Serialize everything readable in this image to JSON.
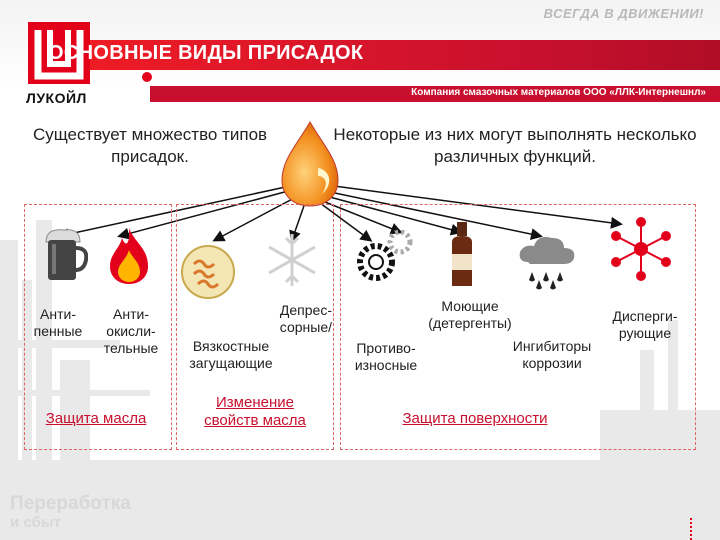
{
  "header": {
    "slogan": "ВСЕГДА В ДВИЖЕНИИ!",
    "title": "ОСНОВНЫЕ ВИДЫ ПРИСАДОК",
    "logo_word": "ЛУКОЙЛ",
    "company": "Компания смазочных материалов ООО «ЛЛК-Интернешнл»"
  },
  "intro": {
    "left": "Существует множество типов присадок.",
    "right": "Некоторые из них могут выполнять несколько различных функций."
  },
  "groups": {
    "oil_protection": {
      "link": "Защита масла",
      "items": {
        "antifoam": "Анти-\nпенные",
        "antioxidant": "Анти-\nокисли-\nтельные"
      }
    },
    "property_change": {
      "link": "Изменение\nсвойств масла",
      "items": {
        "depressant": "Депрес-\nсорные/",
        "viscosity": "Вязкостные\nзагущающие"
      }
    },
    "surface_protection": {
      "link": "Защита поверхности",
      "items": {
        "detergent": "Моющие\n(детергенты)",
        "antiwear": "Противо-\nизносные",
        "corrosion": "Ингибиторы\nкоррозии",
        "dispersant": "Дисперги-\nрующие"
      }
    }
  },
  "footer": {
    "logo_line1": "Переработка",
    "logo_line2": "и сбыт"
  },
  "colors": {
    "brand_red": "#e3001b",
    "drop_orange": "#f07c12"
  }
}
